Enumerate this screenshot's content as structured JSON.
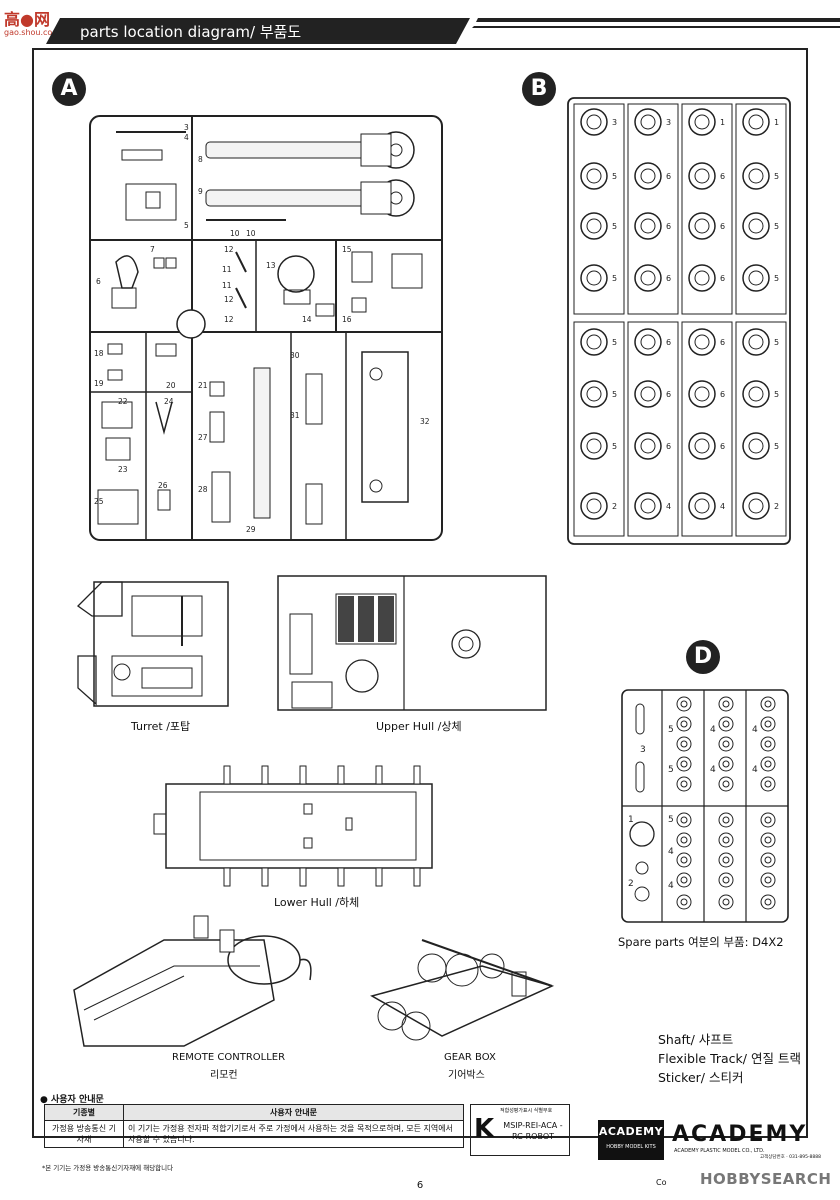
{
  "watermark_top": {
    "main": "高●网",
    "sub": "gao.shou.com"
  },
  "header": {
    "title": "parts location diagram/ 부품도"
  },
  "sprue_labels": {
    "a": "A",
    "b": "B",
    "d": "D"
  },
  "sprue_a_numbers": [
    "3",
    "4",
    "8",
    "9",
    "5",
    "10",
    "10",
    "7",
    "12",
    "11",
    "11",
    "12",
    "6",
    "13",
    "15",
    "14",
    "16",
    "12",
    "18",
    "19",
    "20",
    "21",
    "22",
    "24",
    "27",
    "23",
    "26",
    "28",
    "25",
    "29",
    "30",
    "31",
    "32"
  ],
  "sprue_b_columns": [
    {
      "top": "3",
      "upper": [
        "5",
        "5",
        "5"
      ],
      "lower": [
        "5",
        "5",
        "5"
      ],
      "bottom": "2"
    },
    {
      "top": "3",
      "upper": [
        "6",
        "6",
        "6"
      ],
      "lower": [
        "6",
        "6",
        "6"
      ],
      "bottom": "4"
    },
    {
      "top": "1",
      "upper": [
        "6",
        "6",
        "6"
      ],
      "lower": [
        "6",
        "6",
        "6"
      ],
      "bottom": "4"
    },
    {
      "top": "1",
      "upper": [
        "5",
        "5",
        "5"
      ],
      "lower": [
        "5",
        "5",
        "5"
      ],
      "bottom": "2"
    }
  ],
  "sprue_d_numbers": {
    "left_upper": "3",
    "left_lower_top": "1",
    "left_lower_bottom": "2",
    "col2_upper": [
      "5",
      "5"
    ],
    "col2_lower": [
      "5",
      "4",
      "4"
    ],
    "col3_upper": [
      "4",
      "4"
    ],
    "col4_upper": [
      "4",
      "4"
    ]
  },
  "captions": {
    "turret": "Turret /포탑",
    "upper_hull": "Upper Hull /상체",
    "lower_hull": "Lower Hull /하체",
    "remote_en": "REMOTE CONTROLLER",
    "remote_ko": "리모컨",
    "gear_en": "GEAR BOX",
    "gear_ko": "기어박스",
    "spare": "Spare parts 여분의 부품: D4X2"
  },
  "notes": [
    "Shaft/ 샤프트",
    "Flexible Track/ 연질 트랙",
    "Sticker/ 스티커"
  ],
  "notice": {
    "title": "● 사용자 안내문",
    "col1_header": "기종별",
    "col2_header": "사용자 안내문",
    "row_label": "가정용 방송통신 기자재",
    "row_text": "이 기기는 가정용 전자파 적합기기로서 주로 가정에서 사용하는 것을 목적으로하며, 모든 지역에서 사용할 수 있습니다.",
    "footnote": "*본 기기는 가정용 방송통신기자재에 해당합니다"
  },
  "kc": {
    "mark": "K",
    "small": "적합성평가표시 식별부호",
    "code": "MSIP-REI-ACA -RC-ROBOT"
  },
  "brand": {
    "logo_main": "ACADEMY",
    "logo_sub": "HOBBY MODEL KITS",
    "logo2": "ACADEMY",
    "logo2_sub": "ACADEMY PLASTIC MODEL CO., LTD.",
    "logo2_tel": "고객상담번호 · 031-895-8888",
    "copyright": "Co",
    "hs": "HOBBYSEARCH"
  },
  "page": {
    "number": "6"
  }
}
